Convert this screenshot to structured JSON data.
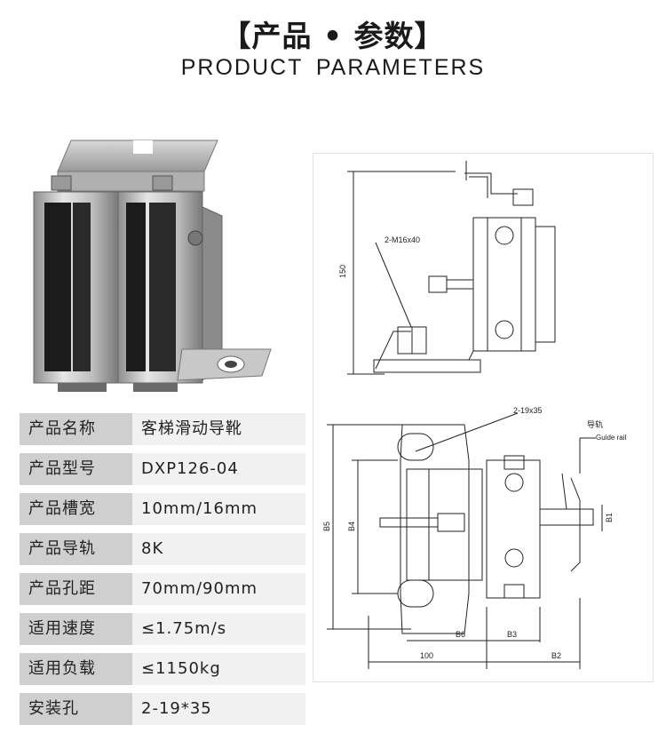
{
  "header": {
    "title_cn": "【产品 • 参数】",
    "title_en": "PRODUCT PARAMETERS"
  },
  "drawing": {
    "side_view": {
      "dim_height": "150",
      "bolt_label": "2-M16x40"
    },
    "front_view": {
      "hole_label": "2-19x35",
      "guide_rail_cn": "导轨",
      "guide_rail_en": "Guide rail",
      "dims": {
        "b5": "B5",
        "b4": "B4",
        "b1": "B1",
        "b6": "B6",
        "b3": "B3",
        "d100": "100",
        "b2": "B2"
      }
    }
  },
  "specs": [
    {
      "label": "产品名称",
      "value": "客梯滑动导靴"
    },
    {
      "label": "产品型号",
      "value": "DXP126-04"
    },
    {
      "label": "产品槽宽",
      "value": "10mm/16mm"
    },
    {
      "label": "产品导轨",
      "value": "8K"
    },
    {
      "label": "产品孔距",
      "value": "70mm/90mm"
    },
    {
      "label": "适用速度",
      "value": "≤1.75m/s"
    },
    {
      "label": "适用负载",
      "value": "≤1150kg"
    },
    {
      "label": "安装孔",
      "value": "2-19*35"
    }
  ]
}
